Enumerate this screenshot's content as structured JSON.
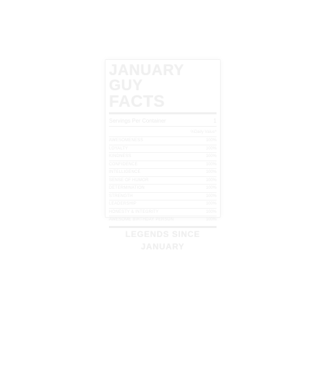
{
  "label": {
    "title_line1": "JANUARY GUY",
    "title_line2": "FACTS",
    "servings_label": "Servings Per Container",
    "servings_value": "1",
    "daily_value_header": "%Daily Value*",
    "rows": [
      {
        "name": "Awesomeness",
        "value": "100%"
      },
      {
        "name": "Loyalty",
        "value": "100%"
      },
      {
        "name": "Kindness",
        "value": "100%"
      },
      {
        "name": "Confidence",
        "value": "100%"
      },
      {
        "name": "Intelligence",
        "value": "100%"
      },
      {
        "name": "Sense of Humor",
        "value": "100%"
      },
      {
        "name": "Determination",
        "value": "100%"
      },
      {
        "name": "Strength",
        "value": "100%"
      },
      {
        "name": "Leadership",
        "value": "100%"
      },
      {
        "name": "Honesty & Integrity",
        "value": "100%"
      },
      {
        "name": "Awesome Birthday Person",
        "value": "100%"
      }
    ],
    "footer": "LEGENDS SINCE JANUARY"
  }
}
